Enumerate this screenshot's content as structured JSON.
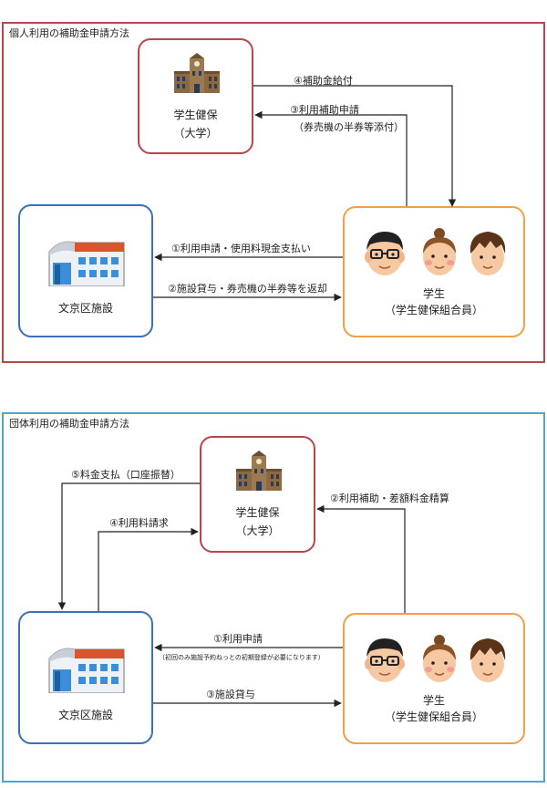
{
  "individual": {
    "title": "個人利用の補助金申請方法",
    "university": {
      "line1": "学生健保",
      "line2": "（大学）"
    },
    "facility": {
      "label": "文京区施設"
    },
    "students": {
      "line1": "学生",
      "line2": "（学生健保組合員）"
    },
    "steps": {
      "s1": "①利用申請・使用料現金支払い",
      "s2": "②施設貸与・券売機の半券等を返却",
      "s3a": "③利用補助申請",
      "s3b": "（券売機の半券等添付）",
      "s4": "④補助金給付"
    }
  },
  "group": {
    "title": "団体利用の補助金申請方法",
    "university": {
      "line1": "学生健保",
      "line2": "（大学）"
    },
    "facility": {
      "label": "文京区施設"
    },
    "students": {
      "line1": "学生",
      "line2": "（学生健保組合員）"
    },
    "steps": {
      "s1": "①利用申請",
      "s1note": "（初回のみ施設予約ねっとの初期登録が必要になります）",
      "s2": "②利用補助・差額料金精算",
      "s3": "③施設貸与",
      "s4": "④利用料請求",
      "s5": "⑤料金支払（口座振替）"
    }
  },
  "icons": [
    "university-building-icon",
    "facility-building-icon",
    "student-man-glasses-icon",
    "student-woman-icon",
    "student-boy-icon"
  ],
  "colors": {
    "red": "#b9464b",
    "blue": "#3b6fb6",
    "orange": "#f0a04b",
    "teal": "#4fa6c6"
  }
}
